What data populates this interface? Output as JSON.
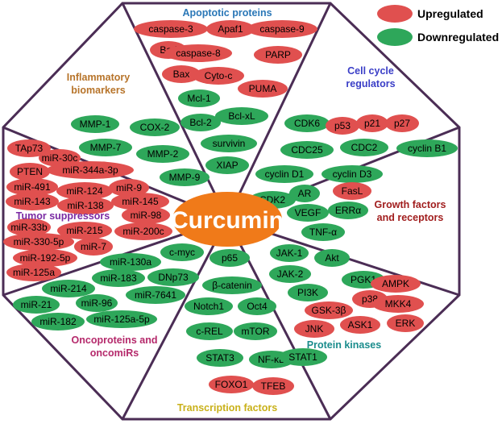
{
  "colors": {
    "up": "#e0504f",
    "down": "#2ea75a",
    "outline": "#4b2d55",
    "center": "#f07a19"
  },
  "legend": {
    "up_label": "Upregulated",
    "down_label": "Downregulated"
  },
  "center": {
    "label": "Curcumin"
  },
  "categories": {
    "apoptotic": "Apoptotic proteins",
    "inflammatory_1": "Inflammatory",
    "inflammatory_2": "biomarkers",
    "cellcycle_1": "Cell cycle",
    "cellcycle_2": "regulators",
    "growth_1": "Growth factors",
    "growth_2": "and receptors",
    "tumor": "Tumor suppressors",
    "onco_1": "Oncoproteins and",
    "onco_2": "oncomiRs",
    "kinases": "Protein kinases",
    "transcription": "Transcription factors"
  },
  "nodes": [
    {
      "label": "caspase-3",
      "status": "up"
    },
    {
      "label": "Apaf1",
      "status": "up"
    },
    {
      "label": "caspase-9",
      "status": "up"
    },
    {
      "label": "Bad",
      "status": "up"
    },
    {
      "label": "caspase-8",
      "status": "up"
    },
    {
      "label": "PARP",
      "status": "up"
    },
    {
      "label": "Bax",
      "status": "up"
    },
    {
      "label": "Cyto-c",
      "status": "up"
    },
    {
      "label": "PUMA",
      "status": "up"
    },
    {
      "label": "Mcl-1",
      "status": "down"
    },
    {
      "label": "Bcl-2",
      "status": "down"
    },
    {
      "label": "Bcl-xL",
      "status": "down"
    },
    {
      "label": "survivin",
      "status": "down"
    },
    {
      "label": "XIAP",
      "status": "down"
    },
    {
      "label": "MMP-1",
      "status": "down"
    },
    {
      "label": "COX-2",
      "status": "down"
    },
    {
      "label": "MMP-7",
      "status": "down"
    },
    {
      "label": "MMP-2",
      "status": "down"
    },
    {
      "label": "MMP-9",
      "status": "down"
    },
    {
      "label": "CDK6",
      "status": "down"
    },
    {
      "label": "p53",
      "status": "up"
    },
    {
      "label": "p21",
      "status": "up"
    },
    {
      "label": "p27",
      "status": "up"
    },
    {
      "label": "CDC25",
      "status": "down"
    },
    {
      "label": "CDC2",
      "status": "down"
    },
    {
      "label": "cyclin B1",
      "status": "down"
    },
    {
      "label": "cyclin D1",
      "status": "down"
    },
    {
      "label": "cyclin D3",
      "status": "down"
    },
    {
      "label": "CDK2",
      "status": "down"
    },
    {
      "label": "TAp73",
      "status": "up"
    },
    {
      "label": "miR-30c",
      "status": "up"
    },
    {
      "label": "PTEN",
      "status": "up"
    },
    {
      "label": "miR-344a-3p",
      "status": "up"
    },
    {
      "label": "miR-491",
      "status": "up"
    },
    {
      "label": "miR-124",
      "status": "up"
    },
    {
      "label": "miR-9",
      "status": "up"
    },
    {
      "label": "miR-143",
      "status": "up"
    },
    {
      "label": "miR-138",
      "status": "up"
    },
    {
      "label": "miR-145",
      "status": "up"
    },
    {
      "label": "miR-33b",
      "status": "up"
    },
    {
      "label": "miR-98",
      "status": "up"
    },
    {
      "label": "miR-215",
      "status": "up"
    },
    {
      "label": "miR-200c",
      "status": "up"
    },
    {
      "label": "miR-330-5p",
      "status": "up"
    },
    {
      "label": "miR-7",
      "status": "up"
    },
    {
      "label": "miR-192-5p",
      "status": "up"
    },
    {
      "label": "miR-125a",
      "status": "up"
    },
    {
      "label": "FasL",
      "status": "up"
    },
    {
      "label": "AR",
      "status": "down"
    },
    {
      "label": "VEGF",
      "status": "down"
    },
    {
      "label": "ERRα",
      "status": "down"
    },
    {
      "label": "TNF-α",
      "status": "down"
    },
    {
      "label": "c-myc",
      "status": "down"
    },
    {
      "label": "miR-130a",
      "status": "down"
    },
    {
      "label": "miR-183",
      "status": "down"
    },
    {
      "label": "DNp73",
      "status": "down"
    },
    {
      "label": "miR-214",
      "status": "down"
    },
    {
      "label": "miR-7641",
      "status": "down"
    },
    {
      "label": "miR-21",
      "status": "down"
    },
    {
      "label": "miR-96",
      "status": "down"
    },
    {
      "label": "miR-182",
      "status": "down"
    },
    {
      "label": "miR-125a-5p",
      "status": "down"
    },
    {
      "label": "p65",
      "status": "down"
    },
    {
      "label": "β-catenin",
      "status": "down"
    },
    {
      "label": "Notch1",
      "status": "down"
    },
    {
      "label": "Oct4",
      "status": "down"
    },
    {
      "label": "c-REL",
      "status": "down"
    },
    {
      "label": "mTOR",
      "status": "down"
    },
    {
      "label": "STAT3",
      "status": "down"
    },
    {
      "label": "NF-κB",
      "status": "down"
    },
    {
      "label": "STAT1",
      "status": "down"
    },
    {
      "label": "FOXO1",
      "status": "up"
    },
    {
      "label": "TFEB",
      "status": "up"
    },
    {
      "label": "JAK-1",
      "status": "down"
    },
    {
      "label": "Akt",
      "status": "down"
    },
    {
      "label": "JAK-2",
      "status": "down"
    },
    {
      "label": "PGK1",
      "status": "down"
    },
    {
      "label": "PI3K",
      "status": "down"
    },
    {
      "label": "AMPK",
      "status": "up"
    },
    {
      "label": "GSK-3β",
      "status": "up"
    },
    {
      "label": "p38",
      "status": "up"
    },
    {
      "label": "MKK4",
      "status": "up"
    },
    {
      "label": "JNK",
      "status": "up"
    },
    {
      "label": "ASK1",
      "status": "up"
    },
    {
      "label": "ERK",
      "status": "up"
    }
  ]
}
